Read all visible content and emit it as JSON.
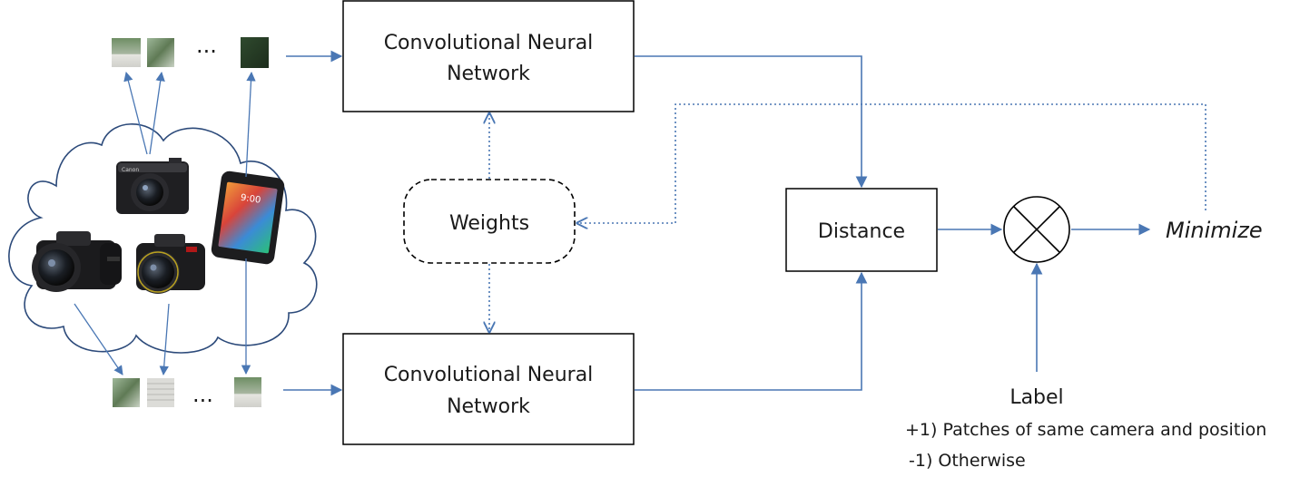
{
  "nodes": {
    "cnn_top": {
      "line1": "Convolutional Neural",
      "line2": "Network"
    },
    "cnn_bottom": {
      "line1": "Convolutional Neural",
      "line2": "Network"
    },
    "weights": "Weights",
    "distance": "Distance",
    "minimize": "Minimize"
  },
  "patches": {
    "ellipsis_top": "...",
    "ellipsis_bottom": "..."
  },
  "label": {
    "title": "Label",
    "positive": "+1) Patches of same camera and position",
    "negative": "-1) Otherwise"
  },
  "phone_screen_time": "9:00",
  "colors": {
    "arrow": "#4a77b4",
    "box_border": "#000000",
    "text": "#1a1a1a"
  },
  "icons": [
    "cloud-icon",
    "camera-compact-icon",
    "camera-dslr-icon",
    "smartphone-icon",
    "multiply-circle-icon"
  ]
}
